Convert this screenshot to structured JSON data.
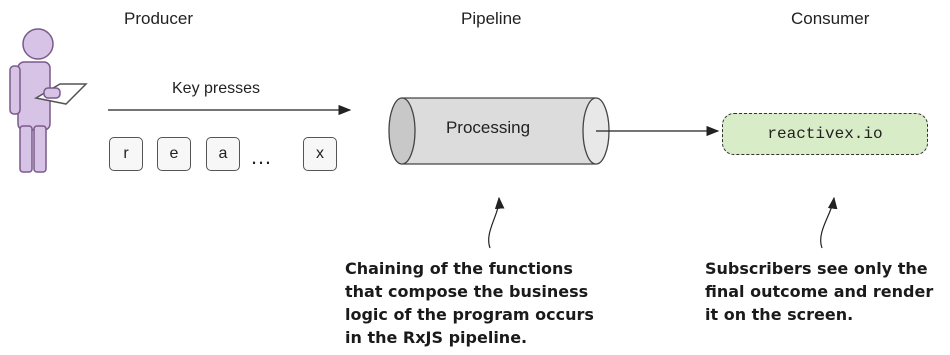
{
  "headers": {
    "producer": "Producer",
    "pipeline": "Pipeline",
    "consumer": "Consumer"
  },
  "stream": {
    "label": "Key presses",
    "keys": [
      "r",
      "e",
      "a",
      "x"
    ],
    "ellipsis": "…"
  },
  "pipeline": {
    "label": "Processing"
  },
  "consumer": {
    "url": "reactivex.io",
    "fill_color": "#d9ecc8"
  },
  "notes": {
    "pipeline": "Chaining of the functions\nthat compose the business\nlogic of the program occurs\nin the RxJS pipeline.",
    "consumer": "Subscribers see only the\nfinal outcome and render\nit on the screen."
  },
  "icons": {
    "producer": "person-with-laptop-icon",
    "pipe": "cylinder-pipe-icon"
  }
}
